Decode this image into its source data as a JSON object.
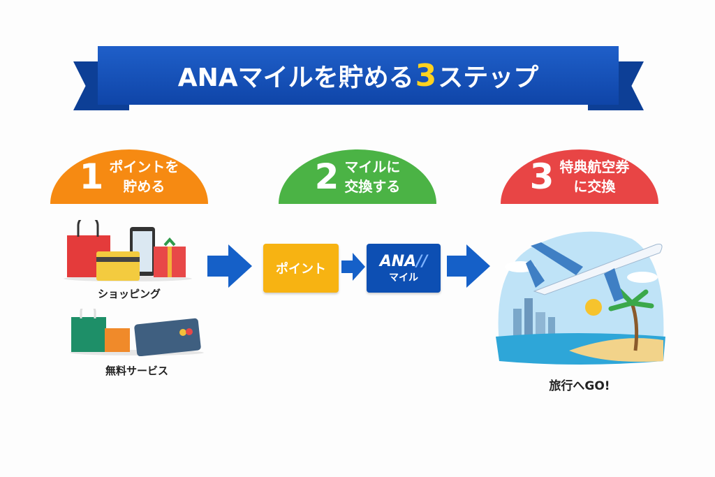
{
  "title": {
    "prefix": "ANAマイルを貯める",
    "number": "3",
    "suffix": "ステップ"
  },
  "steps": [
    {
      "number": "1",
      "line1": "ポイントを",
      "line2": "貯める",
      "color": "#f68a12"
    },
    {
      "number": "2",
      "line1": "マイルに",
      "line2": "交換する",
      "color": "#4bb345"
    },
    {
      "number": "3",
      "line1": "特典航空券",
      "line2": "に交換",
      "color": "#e84545"
    }
  ],
  "sources": [
    {
      "label": "ショッピング"
    },
    {
      "label": "無料サービス"
    }
  ],
  "points_box": {
    "label": "ポイント",
    "color": "#f7b312"
  },
  "ana_box": {
    "brand": "ANA",
    "label": "マイル",
    "color": "#0d4fb3"
  },
  "destination": {
    "label": "旅行へGO!"
  }
}
